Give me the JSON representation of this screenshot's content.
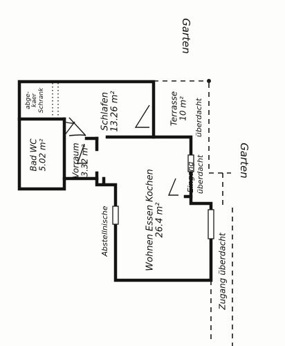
{
  "labels": {
    "garden_top": "Garten",
    "garden_right": "Garten",
    "storage_line1": "abge-",
    "storage_line2": "kaer",
    "storage_line3": "Schrank",
    "bath": "Bad WC",
    "bath_area": "5.02 m²",
    "hall": "Vorraum",
    "hall_area": "3.32 m²",
    "bedroom": "Schlafen",
    "bedroom_area": "13.26 m²",
    "terrace": "Terrasse",
    "terrace_area": "10 m²",
    "terrace_covered": "überdacht",
    "entrance": "Eingang",
    "entrance_covered": "überdacht",
    "living": "Wohnen Essen Kochen",
    "living_area": "26.4 m²",
    "shelf_niche": "Abstellnische",
    "access": "Zugang überdacht"
  }
}
